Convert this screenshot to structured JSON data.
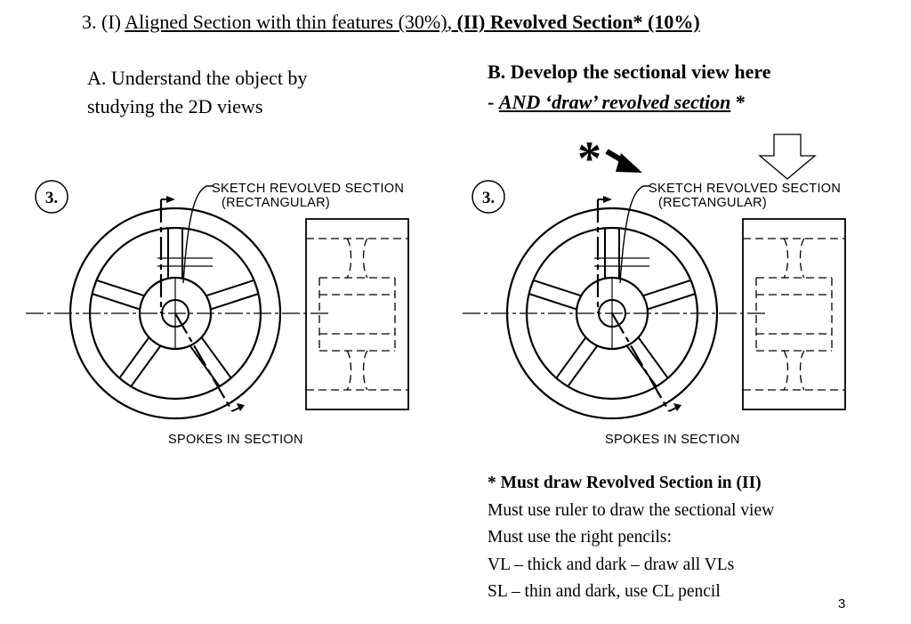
{
  "title": {
    "prefix": "3.  (I) ",
    "part1": "Aligned Section with thin features (30%)",
    "sep": ", ",
    "part2": "(II) Revolved Section* (10%)"
  },
  "section_a": {
    "line1": "A.  Understand the object by",
    "line2": "studying the 2D views"
  },
  "section_b": {
    "line1": "B. Develop the sectional view here",
    "line2_prefix": "- ",
    "line2_emph": "AND ‘draw’ revolved section",
    "line2_suffix": " *"
  },
  "drawing": {
    "badge": "3.",
    "label_sketch_line1": "SKETCH REVOLVED SECTION",
    "label_sketch_line2": "(RECTANGULAR)",
    "label_spokes": "SPOKES IN SECTION",
    "asterisk": "*"
  },
  "notes": [
    "* Must draw Revolved Section in (II)",
    "Must use ruler to draw the sectional view",
    "Must use the right pencils:",
    "VL – thick and dark – draw all VLs",
    "SL – thin and dark, use CL pencil"
  ],
  "page_number": "3"
}
